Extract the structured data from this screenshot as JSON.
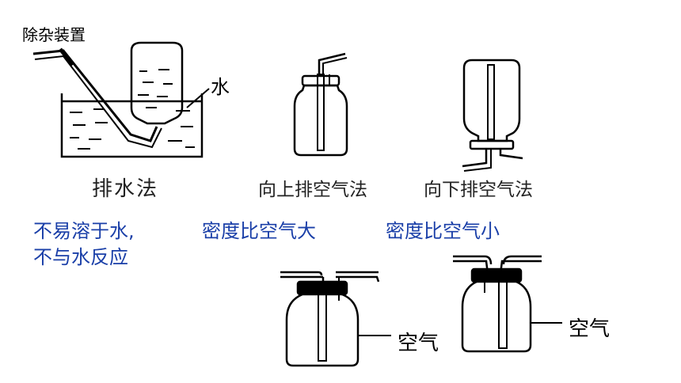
{
  "title": "除杂装置",
  "water_label": "水",
  "methods": [
    {
      "caption": "排水法"
    },
    {
      "caption": "向上排空气法"
    },
    {
      "caption": "向下排空气法"
    }
  ],
  "notes": {
    "water_line1": "不易溶于水,",
    "water_line2": "不与水反应",
    "upward": "密度比空气大",
    "downward": "密度比空气小"
  },
  "air_label_1": "空气",
  "air_label_2": "空气",
  "colors": {
    "note_text": "#1a3fa8",
    "line": "#000000"
  }
}
